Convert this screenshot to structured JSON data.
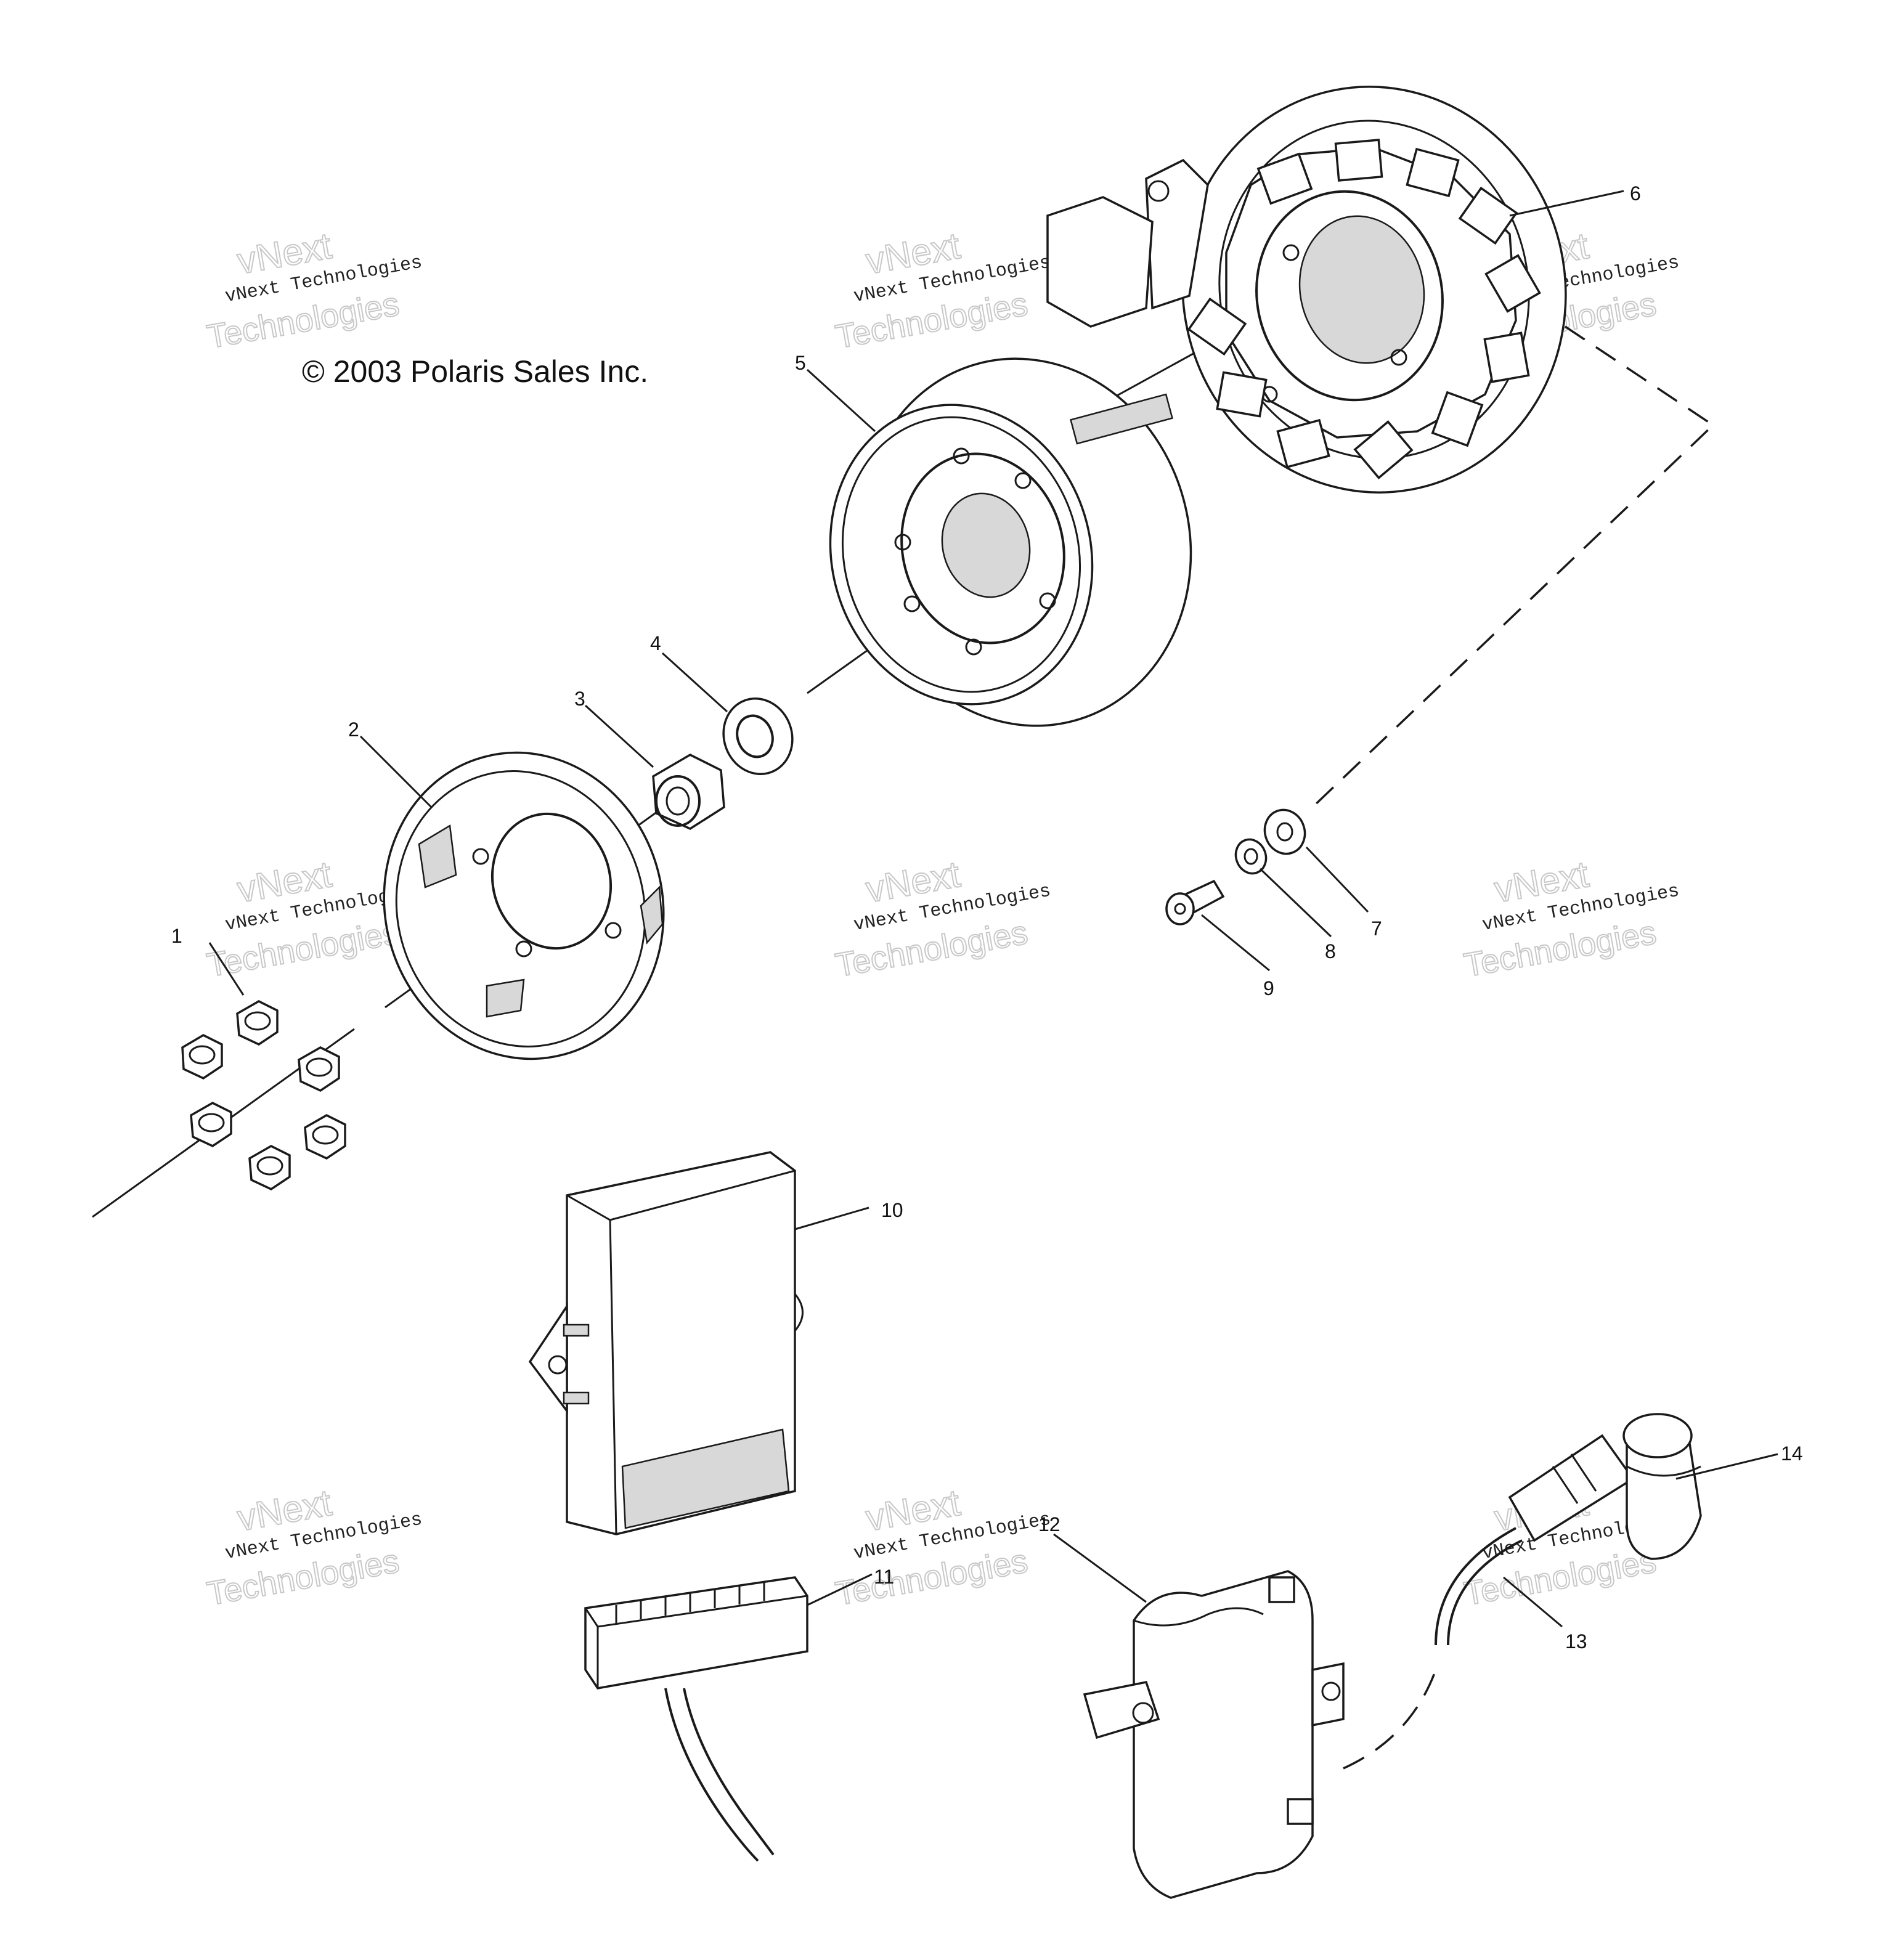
{
  "copyright": "© 2003 Polaris Sales Inc.",
  "watermark": {
    "line1": "vNext Technologies",
    "ghost_top": "vNext",
    "ghost_bottom": "Technologies"
  },
  "callouts": [
    {
      "id": "1",
      "label": "1"
    },
    {
      "id": "2",
      "label": "2"
    },
    {
      "id": "3",
      "label": "3"
    },
    {
      "id": "4",
      "label": "4"
    },
    {
      "id": "5",
      "label": "5"
    },
    {
      "id": "6",
      "label": "6"
    },
    {
      "id": "7",
      "label": "7"
    },
    {
      "id": "8",
      "label": "8"
    },
    {
      "id": "9",
      "label": "9"
    },
    {
      "id": "10",
      "label": "10"
    },
    {
      "id": "11",
      "label": "11"
    },
    {
      "id": "12",
      "label": "12"
    },
    {
      "id": "13",
      "label": "13"
    },
    {
      "id": "14",
      "label": "14"
    }
  ]
}
